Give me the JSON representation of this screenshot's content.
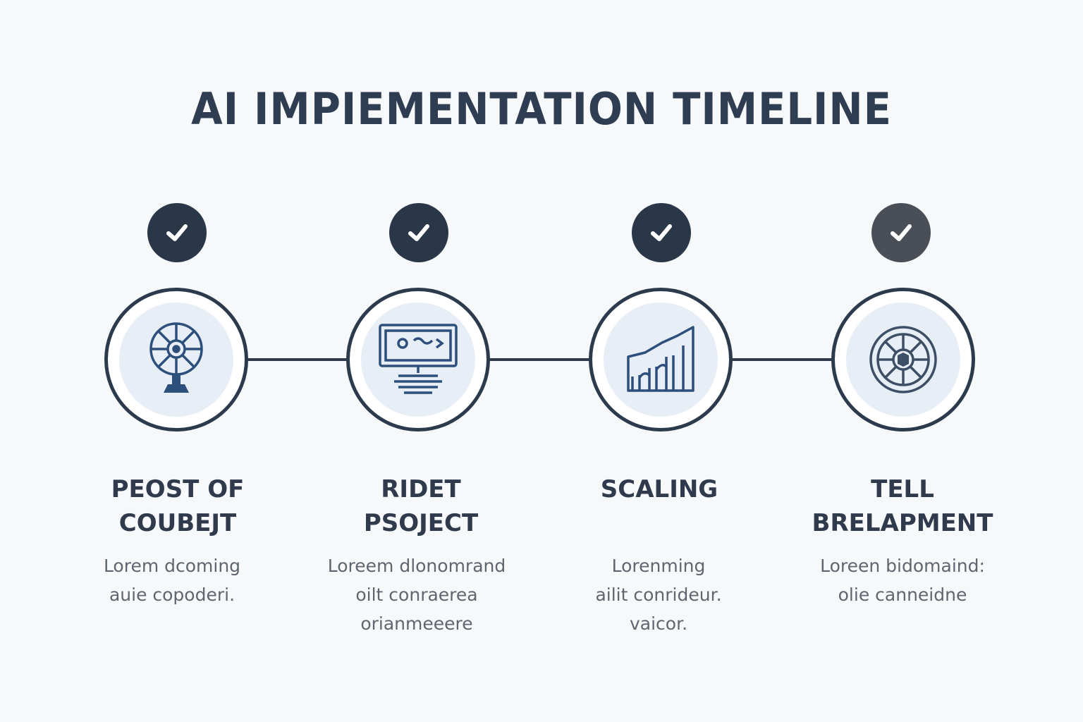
{
  "title": "AI IMPIEMENTATION TIMELINE",
  "colors": {
    "background": "#f7f8fa",
    "dark_navy": "#2a3749",
    "icon_blue": "#2d4f7c",
    "circle_fill": "#e8eef6"
  },
  "stages": [
    {
      "label_lines": [
        "PEOST OF",
        "COUBEJT"
      ],
      "desc_lines": [
        "Lorem dcoming",
        "auie copoderi."
      ],
      "icon": "fan-icon",
      "completed": true
    },
    {
      "label_lines": [
        "RIDET",
        "PSOJECT"
      ],
      "desc_lines": [
        "Loreem dlonomrand",
        "oilt conraerea",
        "orianmeeere"
      ],
      "icon": "monitor-icon",
      "completed": true
    },
    {
      "label_lines": [
        "SCALING"
      ],
      "desc_lines": [
        "Lorenming",
        "ailit conrideur.",
        "vaicor."
      ],
      "icon": "bar-chart-icon",
      "completed": true
    },
    {
      "label_lines": [
        "TELL",
        "BRELAPMENT"
      ],
      "desc_lines": [
        "Loreen bidomaind:",
        "olie canneidne"
      ],
      "icon": "gear-wheel-icon",
      "completed": true
    }
  ]
}
